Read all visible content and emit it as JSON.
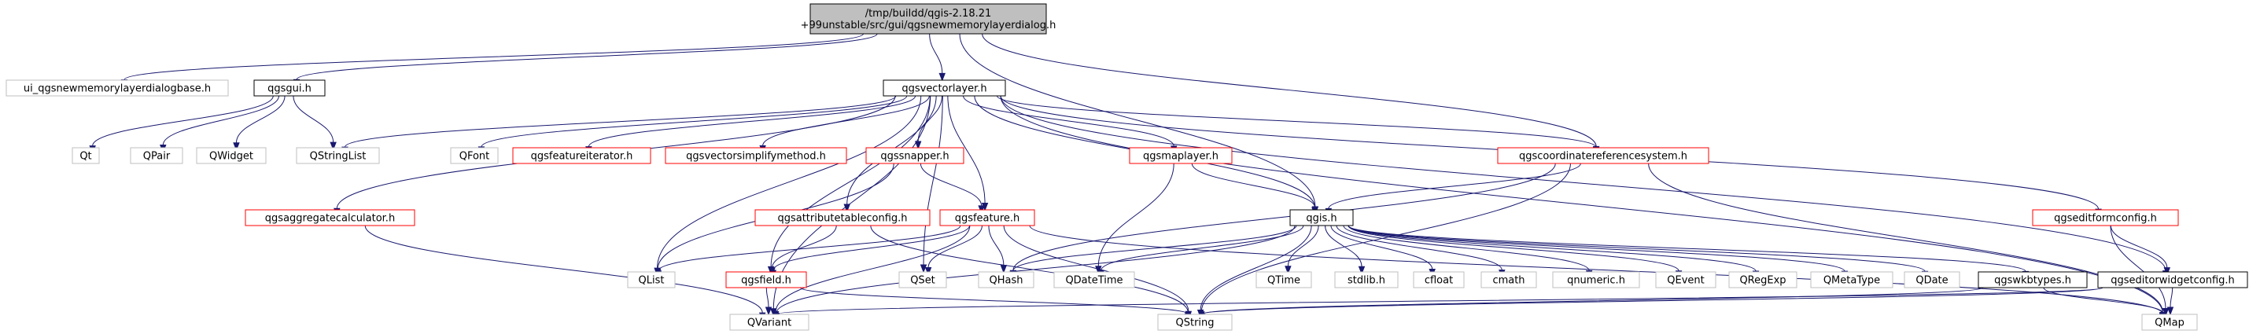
{
  "style": {
    "root_fill": "#bfbfbf",
    "root_stroke": "#000000",
    "documented_stroke": "#000000",
    "red_stroke": "#ff0000",
    "external_stroke": "#bfbfbf",
    "edge_color": "#191970"
  },
  "nodes": [
    {
      "id": "root",
      "label": [
        "/tmp/buildd/qgis-2.18.21",
        "+99unstable/src/gui/qgsnewmemorylayerdialog.h"
      ],
      "kind": "root"
    },
    {
      "id": "ui_base",
      "label": [
        "ui_qgsnewmemorylayerdialogbase.h"
      ],
      "kind": "external"
    },
    {
      "id": "qgsgui",
      "label": [
        "qgsgui.h"
      ],
      "kind": "documented"
    },
    {
      "id": "qgsvectorlayer",
      "label": [
        "qgsvectorlayer.h"
      ],
      "kind": "documented"
    },
    {
      "id": "qgscrs",
      "label": [
        "qgscoordinatereferencesystem.h"
      ],
      "kind": "red"
    },
    {
      "id": "qt",
      "label": [
        "Qt"
      ],
      "kind": "external"
    },
    {
      "id": "qpair",
      "label": [
        "QPair"
      ],
      "kind": "external"
    },
    {
      "id": "qwidget",
      "label": [
        "QWidget"
      ],
      "kind": "external"
    },
    {
      "id": "qstringlist",
      "label": [
        "QStringList"
      ],
      "kind": "external"
    },
    {
      "id": "qfont",
      "label": [
        "QFont"
      ],
      "kind": "external"
    },
    {
      "id": "qgsfeatureiterator",
      "label": [
        "qgsfeatureiterator.h"
      ],
      "kind": "red"
    },
    {
      "id": "qgsvectorsimplify",
      "label": [
        "qgsvectorsimplifymethod.h"
      ],
      "kind": "red"
    },
    {
      "id": "qgssnapper",
      "label": [
        "qgssnapper.h"
      ],
      "kind": "red"
    },
    {
      "id": "qgsmaplayer",
      "label": [
        "qgsmaplayer.h"
      ],
      "kind": "red"
    },
    {
      "id": "qgsaggregate",
      "label": [
        "qgsaggregatecalculator.h"
      ],
      "kind": "red"
    },
    {
      "id": "qgsattrtable",
      "label": [
        "qgsattributetableconfig.h"
      ],
      "kind": "red"
    },
    {
      "id": "qgsfeature",
      "label": [
        "qgsfeature.h"
      ],
      "kind": "red"
    },
    {
      "id": "qgis",
      "label": [
        "qgis.h"
      ],
      "kind": "documented"
    },
    {
      "id": "qgseditform",
      "label": [
        "qgseditformconfig.h"
      ],
      "kind": "red"
    },
    {
      "id": "qlist",
      "label": [
        "QList"
      ],
      "kind": "external"
    },
    {
      "id": "qgsfield",
      "label": [
        "qgsfield.h"
      ],
      "kind": "red"
    },
    {
      "id": "qset",
      "label": [
        "QSet"
      ],
      "kind": "external"
    },
    {
      "id": "qhash",
      "label": [
        "QHash"
      ],
      "kind": "external"
    },
    {
      "id": "qdatetime",
      "label": [
        "QDateTime"
      ],
      "kind": "external"
    },
    {
      "id": "qtime",
      "label": [
        "QTime"
      ],
      "kind": "external"
    },
    {
      "id": "stdlib",
      "label": [
        "stdlib.h"
      ],
      "kind": "external"
    },
    {
      "id": "cfloat",
      "label": [
        "cfloat"
      ],
      "kind": "external"
    },
    {
      "id": "cmath",
      "label": [
        "cmath"
      ],
      "kind": "external"
    },
    {
      "id": "qnumeric",
      "label": [
        "qnumeric.h"
      ],
      "kind": "external"
    },
    {
      "id": "qevent",
      "label": [
        "QEvent"
      ],
      "kind": "external"
    },
    {
      "id": "qregexp",
      "label": [
        "QRegExp"
      ],
      "kind": "external"
    },
    {
      "id": "qmetatype",
      "label": [
        "QMetaType"
      ],
      "kind": "external"
    },
    {
      "id": "qdate",
      "label": [
        "QDate"
      ],
      "kind": "external"
    },
    {
      "id": "qgswkbtypes",
      "label": [
        "qgswkbtypes.h"
      ],
      "kind": "documented"
    },
    {
      "id": "qgseditorwidget",
      "label": [
        "qgseditorwidgetconfig.h"
      ],
      "kind": "documented"
    },
    {
      "id": "qvariant",
      "label": [
        "QVariant"
      ],
      "kind": "external"
    },
    {
      "id": "qstring",
      "label": [
        "QString"
      ],
      "kind": "external"
    },
    {
      "id": "qmap",
      "label": [
        "QMap"
      ],
      "kind": "external"
    }
  ],
  "edges": [
    [
      "root",
      "ui_base"
    ],
    [
      "root",
      "qgsgui"
    ],
    [
      "root",
      "qgsvectorlayer"
    ],
    [
      "root",
      "qgscrs"
    ],
    [
      "root",
      "qgis"
    ],
    [
      "qgsgui",
      "qt"
    ],
    [
      "qgsgui",
      "qpair"
    ],
    [
      "qgsgui",
      "qwidget"
    ],
    [
      "qgsgui",
      "qstringlist"
    ],
    [
      "qgsvectorlayer",
      "qstringlist"
    ],
    [
      "qgsvectorlayer",
      "qfont"
    ],
    [
      "qgsvectorlayer",
      "qgsfeatureiterator"
    ],
    [
      "qgsvectorlayer",
      "qgsvectorsimplify"
    ],
    [
      "qgsvectorlayer",
      "qgssnapper"
    ],
    [
      "qgsvectorlayer",
      "qgsmaplayer"
    ],
    [
      "qgsvectorlayer",
      "qgscrs"
    ],
    [
      "qgsvectorlayer",
      "qgsaggregate"
    ],
    [
      "qgsvectorlayer",
      "qgsattrtable"
    ],
    [
      "qgsvectorlayer",
      "qgsfeature"
    ],
    [
      "qgsvectorlayer",
      "qgis"
    ],
    [
      "qgsvectorlayer",
      "qgseditform"
    ],
    [
      "qgsvectorlayer",
      "qlist"
    ],
    [
      "qgsvectorlayer",
      "qgsfield"
    ],
    [
      "qgsvectorlayer",
      "qset"
    ],
    [
      "qgsvectorlayer",
      "qgseditorwidget"
    ],
    [
      "qgsvectorlayer",
      "qvariant"
    ],
    [
      "qgsvectorlayer",
      "qmap"
    ],
    [
      "qgscrs",
      "qgis"
    ],
    [
      "qgscrs",
      "qhash"
    ],
    [
      "qgscrs",
      "qstring"
    ],
    [
      "qgscrs",
      "qmap"
    ],
    [
      "qgssnapper",
      "qgsfeature"
    ],
    [
      "qgssnapper",
      "qlist"
    ],
    [
      "qgsmaplayer",
      "qgis"
    ],
    [
      "qgsmaplayer",
      "qdatetime"
    ],
    [
      "qgsaggregate",
      "qvariant"
    ],
    [
      "qgsattrtable",
      "qgsfield"
    ],
    [
      "qgsattrtable",
      "qstring"
    ],
    [
      "qgsfeature",
      "qgsfield"
    ],
    [
      "qgsfeature",
      "qlist"
    ],
    [
      "qgsfeature",
      "qset"
    ],
    [
      "qgsfeature",
      "qhash"
    ],
    [
      "qgsfeature",
      "qvariant"
    ],
    [
      "qgsfeature",
      "qstring"
    ],
    [
      "qgsfeature",
      "qmap"
    ],
    [
      "qgsfield",
      "qvariant"
    ],
    [
      "qgsfield",
      "qstring"
    ],
    [
      "qgis",
      "qhash"
    ],
    [
      "qgis",
      "qdatetime"
    ],
    [
      "qgis",
      "qtime"
    ],
    [
      "qgis",
      "stdlib"
    ],
    [
      "qgis",
      "cfloat"
    ],
    [
      "qgis",
      "cmath"
    ],
    [
      "qgis",
      "qnumeric"
    ],
    [
      "qgis",
      "qevent"
    ],
    [
      "qgis",
      "qregexp"
    ],
    [
      "qgis",
      "qmetatype"
    ],
    [
      "qgis",
      "qdate"
    ],
    [
      "qgis",
      "qgswkbtypes"
    ],
    [
      "qgis",
      "qvariant"
    ],
    [
      "qgis",
      "qstring"
    ],
    [
      "qgseditform",
      "qgseditorwidget"
    ],
    [
      "qgseditform",
      "qmap"
    ],
    [
      "qgswkbtypes",
      "qstring"
    ],
    [
      "qgswkbtypes",
      "qmap"
    ],
    [
      "qgseditorwidget",
      "qstring"
    ],
    [
      "qgseditorwidget",
      "qvariant"
    ],
    [
      "qgseditorwidget",
      "qmap"
    ]
  ]
}
